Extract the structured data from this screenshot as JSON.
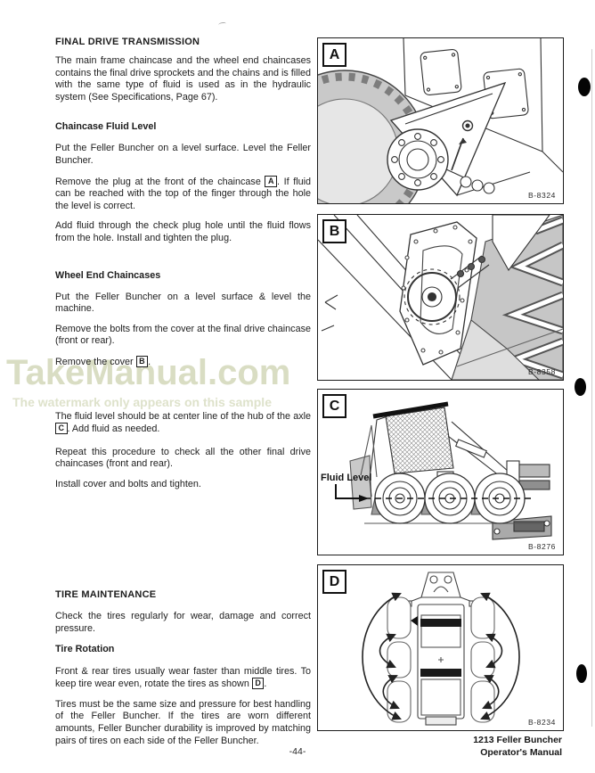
{
  "document": {
    "page_number": "-44-",
    "manual_title_line1": "1213 Feller Buncher",
    "manual_title_line2": "Operator's Manual"
  },
  "watermark": {
    "title": "TakeManual.com",
    "subtitle": "The watermark only appears on this sample",
    "color": "#d9ddc3"
  },
  "content": {
    "final_drive": {
      "title": "FINAL DRIVE TRANSMISSION",
      "p1": "The main frame chaincase and the wheel end chaincases contains the final drive sprockets and the chains and is filled with the same type of fluid is used as in the hydraulic system (See Specifications, Page 67)."
    },
    "chaincase_fluid_level": {
      "title": "Chaincase Fluid Level",
      "p1": "Put the Feller Buncher on a level surface. Level the Feller Buncher.",
      "p2_pre": "Remove the plug at the front of the chaincase ",
      "p2_ref": "A",
      "p2_post": ". If fluid can be reached with the top of the finger through the hole the level is correct.",
      "p3": "Add fluid through the check plug hole until the fluid flows from the hole. Install and tighten the plug."
    },
    "wheel_end_chaincases": {
      "title": "Wheel End Chaincases",
      "p1": "Put the Feller Buncher on a level surface & level the machine.",
      "p2": "Remove the bolts from the cover at the final drive chaincase (front or rear).",
      "p3_pre": "Remove the cover ",
      "p3_ref": "B",
      "p3_post": ".",
      "p4_pre": "The fluid level should be at center line of the hub of the axle ",
      "p4_ref": "C",
      "p4_post": ". Add fluid as needed.",
      "p5": "Repeat this procedure to check all the other final drive chaincases (front and rear).",
      "p6": "Install cover and bolts and tighten."
    },
    "tire_maintenance": {
      "title": "TIRE MAINTENANCE",
      "p1": "Check the tires regularly for wear, damage and correct pressure."
    },
    "tire_rotation": {
      "title": "Tire Rotation",
      "p1_pre": "Front & rear tires usually wear faster than middle tires. To keep tire wear even, rotate the tires as shown ",
      "p1_ref": "D",
      "p1_post": ".",
      "p2": "Tires must be the same size and pressure for best handling of the Feller Buncher. If the tires are worn different amounts, Feller Buncher durability is improved by matching pairs of tires on each side of the Feller Buncher."
    }
  },
  "figures": [
    {
      "label": "A",
      "code": "B-8324"
    },
    {
      "label": "B",
      "code": "B-8358"
    },
    {
      "label": "C",
      "code": "B-8276",
      "annotation": "Fluid Level"
    },
    {
      "label": "D",
      "code": "B-8234"
    }
  ]
}
